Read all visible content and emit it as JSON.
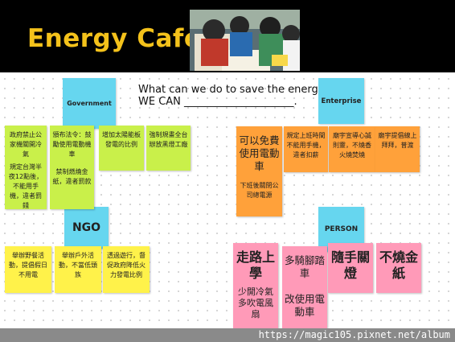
{
  "header": {
    "title": "Energy Café",
    "photo": "children-working-on-poster-photo"
  },
  "question": {
    "line1": "What can we do to save the energy?",
    "line2": "WE CAN _____________________."
  },
  "categories": {
    "government": "Government",
    "enterprise": "Enterprise",
    "ngo": "NGO",
    "person": "PERSON"
  },
  "government_notes": [
    "政府禁止公家機關開冷氣",
    "規定台灣半夜12點後，不能用手機，違者罰錢",
    "頒布法令：鼓勵使用電動機車",
    "禁制燃燒金紙，違者罰款",
    "增加太陽能板發電的比例",
    "強制規畫全台辦放黑燈工廠"
  ],
  "enterprise_notes": [
    "可以免費使用電動車",
    "下班後關閉公司總電源",
    "規定上班時間不能用手機，違者扣薪",
    "廟宇宣導心誠則靈，不燒香火燒焚燒",
    "廟宇提倡線上拜拜，普渡"
  ],
  "ngo_notes": [
    "舉辦野餐活動，提倡假日不用電",
    "舉辦戶外活動，不當低頭族",
    "透過遊行，督促政府降低火力發電比例"
  ],
  "person_notes": [
    "走路上學",
    "少開冷氣多吹電風扇",
    "多騎腳踏車",
    "改使用電動車",
    "隨手關燈",
    "不燒金紙"
  ],
  "footer": {
    "url": "https://magic105.pixnet.net/album"
  },
  "colors": {
    "yellow_green": "#c9f04a",
    "orange": "#ffa13a",
    "yellow": "#fff24a",
    "pink": "#ff9ab8",
    "blue": "#66d6ef",
    "title_gold": "#f4c21b"
  }
}
